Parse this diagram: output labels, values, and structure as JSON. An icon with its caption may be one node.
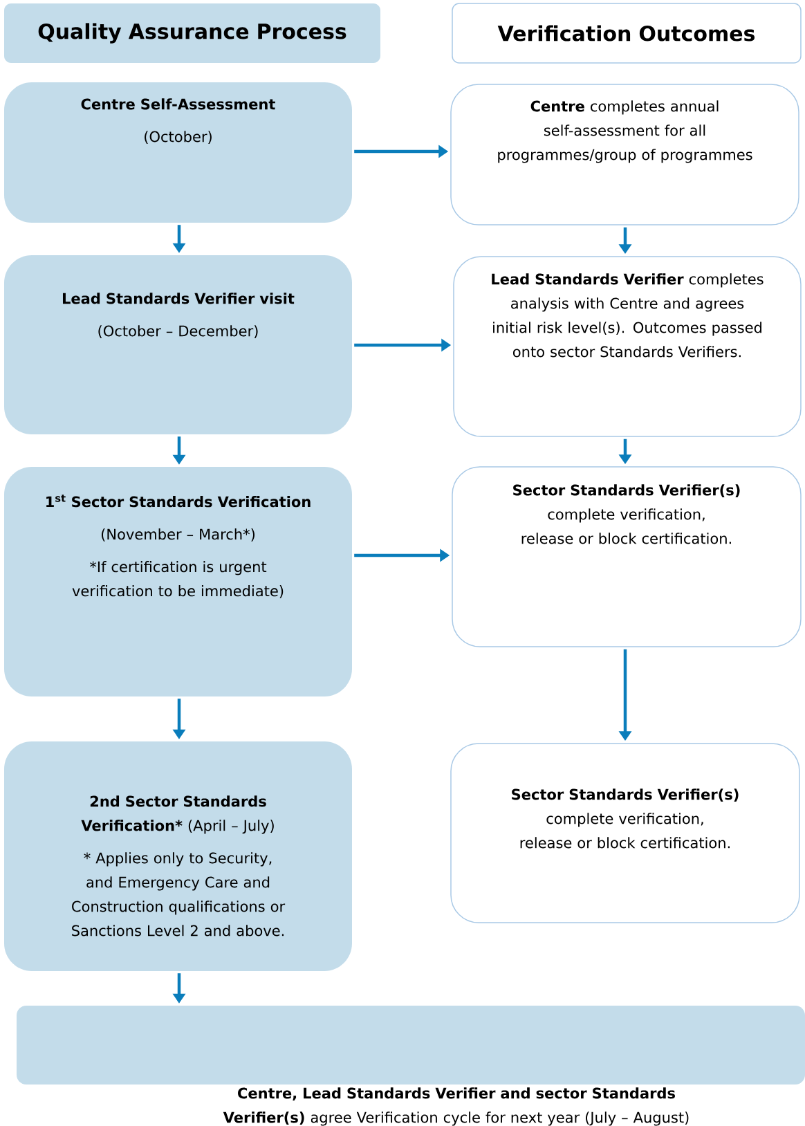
{
  "diagram": {
    "nodes": [
      {
        "text": [
          "Quality Assurance Process"
        ]
      },
      {
        "text": [
          "Verification Outcomes"
        ]
      },
      {
        "text": [
          "Centre Self-Assessment",
          "(October)"
        ]
      },
      {
        "text": [
          "**Centre** completes annual self-assessment for all programmes/group of programmes"
        ]
      },
      {
        "text": [
          "Lead Standards Verifier visit",
          "(October – December)"
        ]
      },
      {
        "text": [
          "**Lead Standards Verifier** completes analysis with Centre and agrees initial risk level(s). Outcomes passed onto sector Standards Verifiers."
        ]
      },
      {
        "text": [
          "\\mathbf{1^{st}}",
          "Sector Standards Verification",
          "(November – March*)",
          "*If certification is urgent verification to be immediate)"
        ]
      },
      {
        "text": [
          "**Sector Standards Verifier(s)** complete verification, release or block certification."
        ]
      },
      {
        "text": [
          "2nd Sector Standards Verification*",
          "(April – July)",
          "* Applies only to Security, and Emergency Care and Construction qualifications or Sanctions Level 2 and above."
        ]
      },
      {
        "text": [
          "**Sector Standards Verifier(s)** complete verification, release or block certification."
        ]
      },
      {
        "text": [
          "**Centre, Lead Standards Verifier and sector Standards Verifier(s)** agree Verification cycle for next year (July – August)"
        ]
      }
    ],
    "edges": [
      {
        "from": 2,
        "to": 3,
        "arrow": "to"
      },
      {
        "from": 2,
        "to": 4,
        "arrow": "to"
      },
      {
        "from": 3,
        "to": 5,
        "arrow": "to"
      },
      {
        "from": 4,
        "to": 5,
        "arrow": "to"
      },
      {
        "from": 4,
        "to": 6,
        "arrow": "to"
      },
      {
        "from": 5,
        "to": 7,
        "arrow": "to"
      },
      {
        "from": 6,
        "to": 7,
        "arrow": "to"
      },
      {
        "from": 6,
        "to": 8,
        "arrow": "to"
      },
      {
        "from": 7,
        "to": 9,
        "arrow": "to"
      },
      {
        "from": 8,
        "to": 10,
        "arrow": "to"
      }
    ]
  }
}
